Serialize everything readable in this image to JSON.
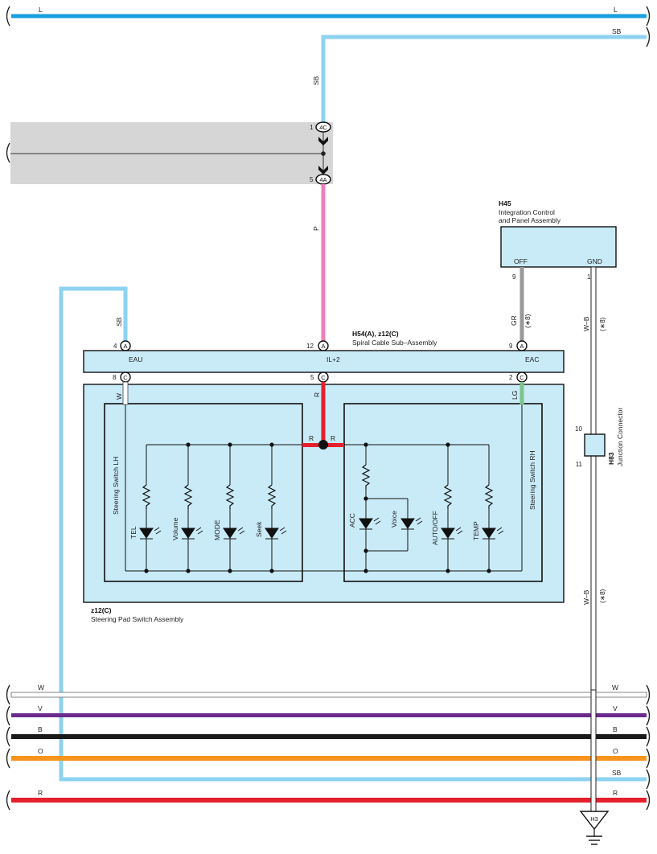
{
  "colors": {
    "L": "#18a0e0",
    "SB": "#8ed2f2",
    "P": "#ee7fb9",
    "R": "#e61f2c",
    "GR": "#999999",
    "LG": "#7bc48c",
    "W": "#ffffff",
    "V": "#6a2b8c",
    "B": "#1a1a1a",
    "O": "#f7941d",
    "box_fill": "#c9ebf8",
    "gray_block": "#d6d6d6"
  },
  "wire_labels": {
    "L": "L",
    "SB": "SB",
    "P": "P",
    "R": "R",
    "W": "W",
    "LG": "LG",
    "GR": "GR",
    "WB": "W–B",
    "V": "V",
    "B": "B",
    "O": "O",
    "star8": "(∗8)"
  },
  "top_connector": {
    "upper_pin": "1",
    "upper_code": "4C",
    "lower_pin": "5",
    "lower_code": "4A"
  },
  "h45": {
    "code": "H45",
    "name_line1": "Integration Control",
    "name_line2": "and Panel Assembly",
    "off": "OFF",
    "gnd": "GND",
    "pin_off": "9",
    "pin_gnd": "1"
  },
  "spiral": {
    "code": "H54(A), z12(C)",
    "name": "Spiral Cable Sub–Assembly",
    "eau": "EAU",
    "il2": "IL+2",
    "eac": "EAC",
    "pin_eau_top": "4",
    "pin_il2_top": "12",
    "pin_eac_top": "9",
    "conn_top": "A",
    "pin_eau_bot": "8",
    "pin_il2_bot": "5",
    "pin_eac_bot": "2",
    "conn_bot": "C"
  },
  "pad": {
    "code": "z12(C)",
    "name": "Steering Pad Switch Assembly",
    "lh": "Steering Switch LH",
    "rh": "Steering Switch RH",
    "lh_leds": [
      "TEL",
      "Volume",
      "MODE",
      "Seek"
    ],
    "rh_leds": [
      "ACC",
      "Voice",
      "AUTO/OFF",
      "TEMP"
    ]
  },
  "h83": {
    "code": "H83",
    "name": "Junction Connector",
    "pin_top": "10",
    "pin_bot": "11"
  },
  "ground": {
    "code": "H3"
  }
}
